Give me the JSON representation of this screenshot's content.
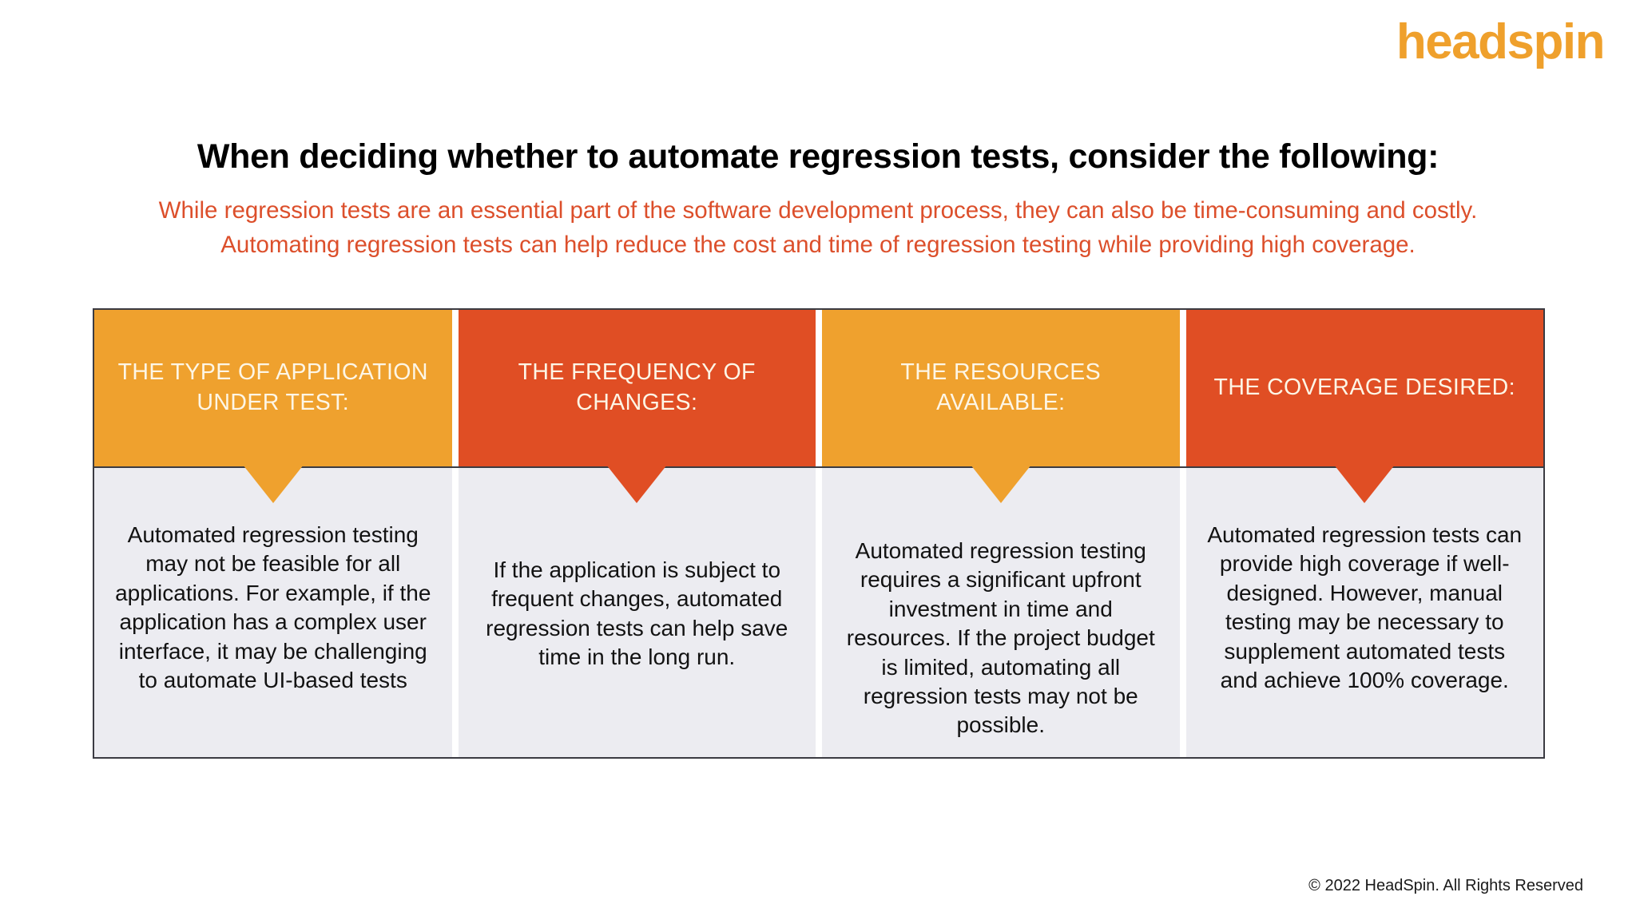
{
  "brand": {
    "logo_text": "headspin",
    "logo_color": "#EFA02C"
  },
  "heading": {
    "title": "When deciding whether to automate regression tests, consider the following:",
    "subtitle": "While regression tests are an essential part of the software development process, they can also be time-consuming and costly. Automating regression tests can help reduce the cost and time of regression testing while providing high coverage.",
    "subtitle_color": "#DC4F2B"
  },
  "table": {
    "columns": [
      {
        "header": "THE TYPE OF APPLICATION UNDER TEST:",
        "header_color": "#EFA12E",
        "body": "Automated regression testing may not be feasible for all applications. For example, if the application has a complex user interface, it may be challenging to automate UI-based tests"
      },
      {
        "header": "THE FREQUENCY OF CHANGES:",
        "header_color": "#E04E24",
        "body": "If the application is subject to frequent changes, automated regression tests can help save time in the long run."
      },
      {
        "header": "THE RESOURCES AVAILABLE:",
        "header_color": "#EFA12E",
        "body": "Automated regression testing requires a significant upfront investment in time and resources. If the project budget is limited, automating all regression tests may not be possible."
      },
      {
        "header": "THE COVERAGE DESIRED:",
        "header_color": "#E04E24",
        "body": "Automated regression tests can provide high coverage if well-designed. However, manual testing may be necessary to supplement automated tests and achieve 100% coverage."
      }
    ]
  },
  "footer": {
    "copyright": "© 2022 HeadSpin. All Rights Reserved"
  }
}
